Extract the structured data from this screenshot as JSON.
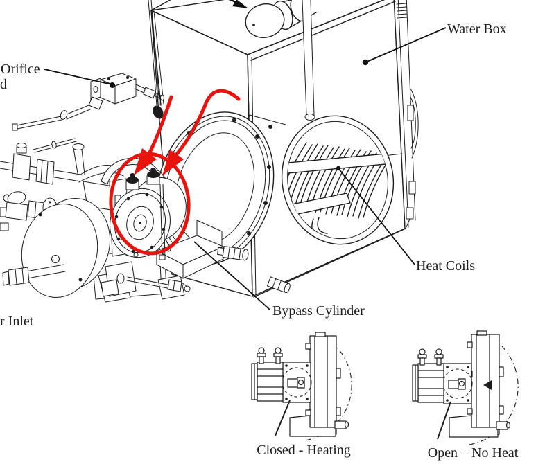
{
  "figure": {
    "type": "technical-illustration",
    "background": "#ffffff",
    "line_color": "#1c1c1c",
    "annotation_color": "#e8130d",
    "text_color": "#1a1a1a"
  },
  "labels": {
    "orifice": "Orifice",
    "orifice_cutoff": "d",
    "water_box": "Water Box",
    "heat_coils": "Heat Coils",
    "bypass_cylinder": "Bypass Cylinder",
    "water_inlet_cutoff": "r Inlet",
    "inset_closed": "Closed - Heating",
    "inset_open": "Open – No Heat"
  }
}
